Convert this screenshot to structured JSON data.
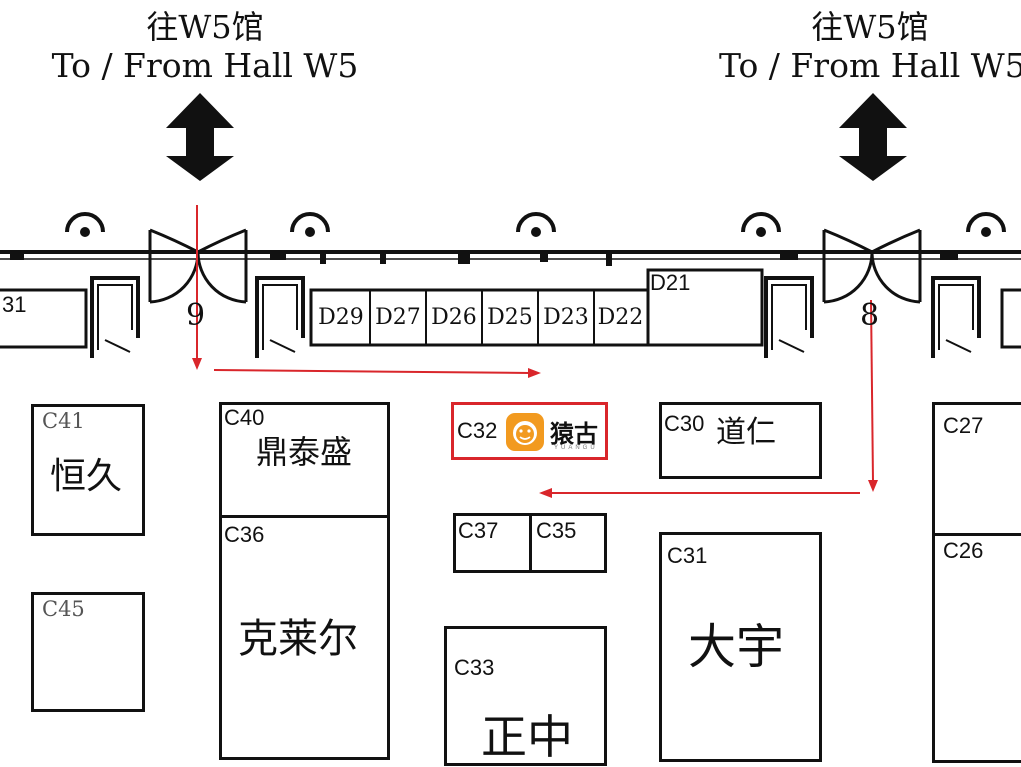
{
  "headers": {
    "left": {
      "zh": "往W5馆",
      "en": "To / From Hall W5"
    },
    "right": {
      "zh": "往W5馆",
      "en": "To / From Hall W5"
    }
  },
  "gates": {
    "left": "9",
    "right": "8"
  },
  "d_row": [
    "D29",
    "D27",
    "D26",
    "D25",
    "D23",
    "D22"
  ],
  "booths": {
    "d21": "D21",
    "c31_edge": "31",
    "c41": {
      "code": "C41",
      "name": "恒久"
    },
    "c45": {
      "code": "C45"
    },
    "c40": {
      "code": "C40",
      "name": "鼎泰盛"
    },
    "c36": {
      "code": "C36",
      "name": "克莱尔"
    },
    "c32": {
      "code": "C32",
      "brand_zh": "猿古",
      "brand_en": "YUANGU"
    },
    "c37": {
      "code": "C37"
    },
    "c35": {
      "code": "C35"
    },
    "c33": {
      "code": "C33",
      "name": "正中"
    },
    "c30": {
      "code": "C30",
      "name": "道仁"
    },
    "c31": {
      "code": "C31",
      "name": "大宇"
    },
    "c27": {
      "code": "C27"
    },
    "c26": {
      "code": "C26"
    }
  },
  "colors": {
    "route": "#d9262b",
    "highlight": "#d9262b",
    "logo": "#f29a1f",
    "ink": "#111111"
  }
}
